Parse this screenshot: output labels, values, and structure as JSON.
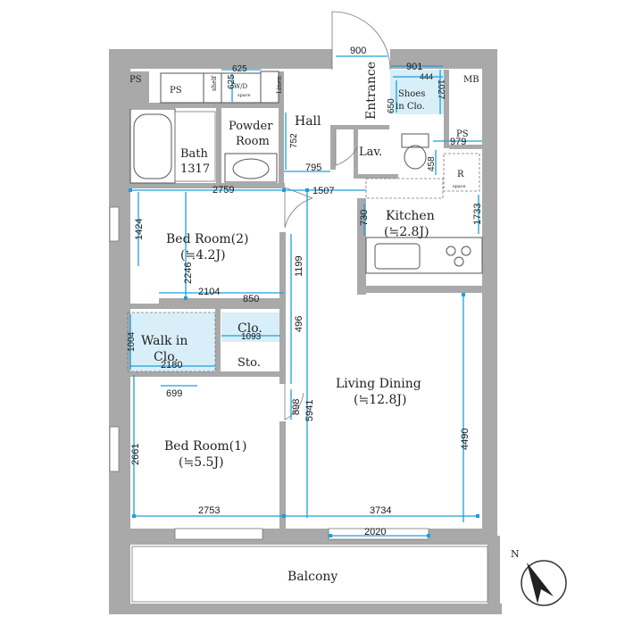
{
  "rooms": {
    "ps_left": "PS",
    "ps_upper": "PS",
    "shelf": "shelf",
    "wd": "W/D",
    "wd_space": "space",
    "linen": "Linen",
    "hall": "Hall",
    "entrance": "Entrance",
    "shoes_line1": "Shoes",
    "shoes_line2": "in Clo.",
    "mb": "MB",
    "ps_right": "PS",
    "powder_line1": "Powder",
    "powder_line2": "Room",
    "bath_line1": "Bath",
    "bath_line2": "1317",
    "lav": "Lav.",
    "r_label": "R",
    "r_space": "space",
    "kitchen_line1": "Kitchen",
    "kitchen_line2": "(≒2.8J)",
    "bed2_line1": "Bed Room(2)",
    "bed2_line2": "(≒4.2J)",
    "clo": "Clo.",
    "sto": "Sto.",
    "walkin_line1": "Walk in",
    "walkin_line2": "Clo.",
    "living_line1": "Living Dining",
    "living_line2": "(≒12.8J)",
    "bed1_line1": "Bed Room(1)",
    "bed1_line2": "(≒5.5J)",
    "balcony": "Balcony",
    "north": "N"
  },
  "dimensions": {
    "d625a": "625",
    "d625b": "625",
    "d752": "752",
    "d900": "900",
    "d901": "901",
    "d444": "444",
    "d650": "650",
    "d1027": "1027",
    "d979": "979",
    "d795": "795",
    "d458": "458",
    "d2759": "2759",
    "d1507": "1507",
    "d1424": "1424",
    "d730": "730",
    "d1733": "1733",
    "d2246": "2246",
    "d1199": "1199",
    "d2104": "2104",
    "d850": "850",
    "d496": "496",
    "d1004": "1004",
    "d1093": "1093",
    "d2180": "2180",
    "d699": "699",
    "d5941": "5941",
    "d898": "898",
    "d4490": "4490",
    "d2661": "2661",
    "d2753": "2753",
    "d3734": "3734",
    "d2020": "2020"
  }
}
